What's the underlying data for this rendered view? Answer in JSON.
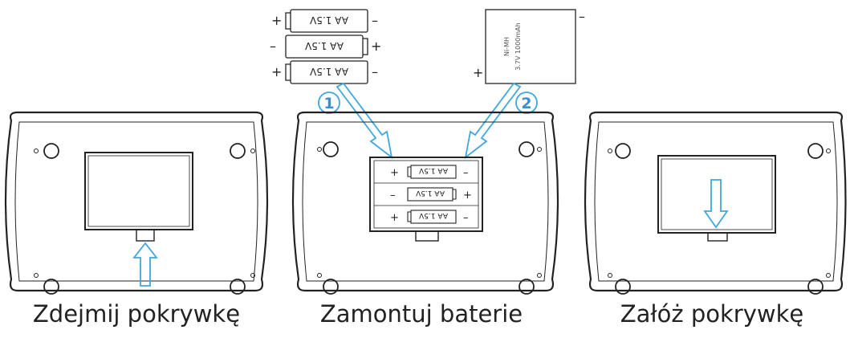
{
  "steps": {
    "step1": {
      "caption": "Zdejmij pokrywkę"
    },
    "step2": {
      "caption": "Zamontuj baterie"
    },
    "step3": {
      "caption": "Załóż pokrywkę"
    }
  },
  "callouts": {
    "one": "1",
    "two": "2"
  },
  "battery": {
    "aa_label": "AA 1.5V"
  },
  "pack": {
    "label_line1": "Ni-MH",
    "label_line2": "3.7V 1000mAh"
  },
  "polarity": {
    "plus": "+",
    "minus": "–"
  },
  "colors": {
    "line": "#222222",
    "accent": "#3fa7dc",
    "accent_text": "#3b8fd1"
  }
}
